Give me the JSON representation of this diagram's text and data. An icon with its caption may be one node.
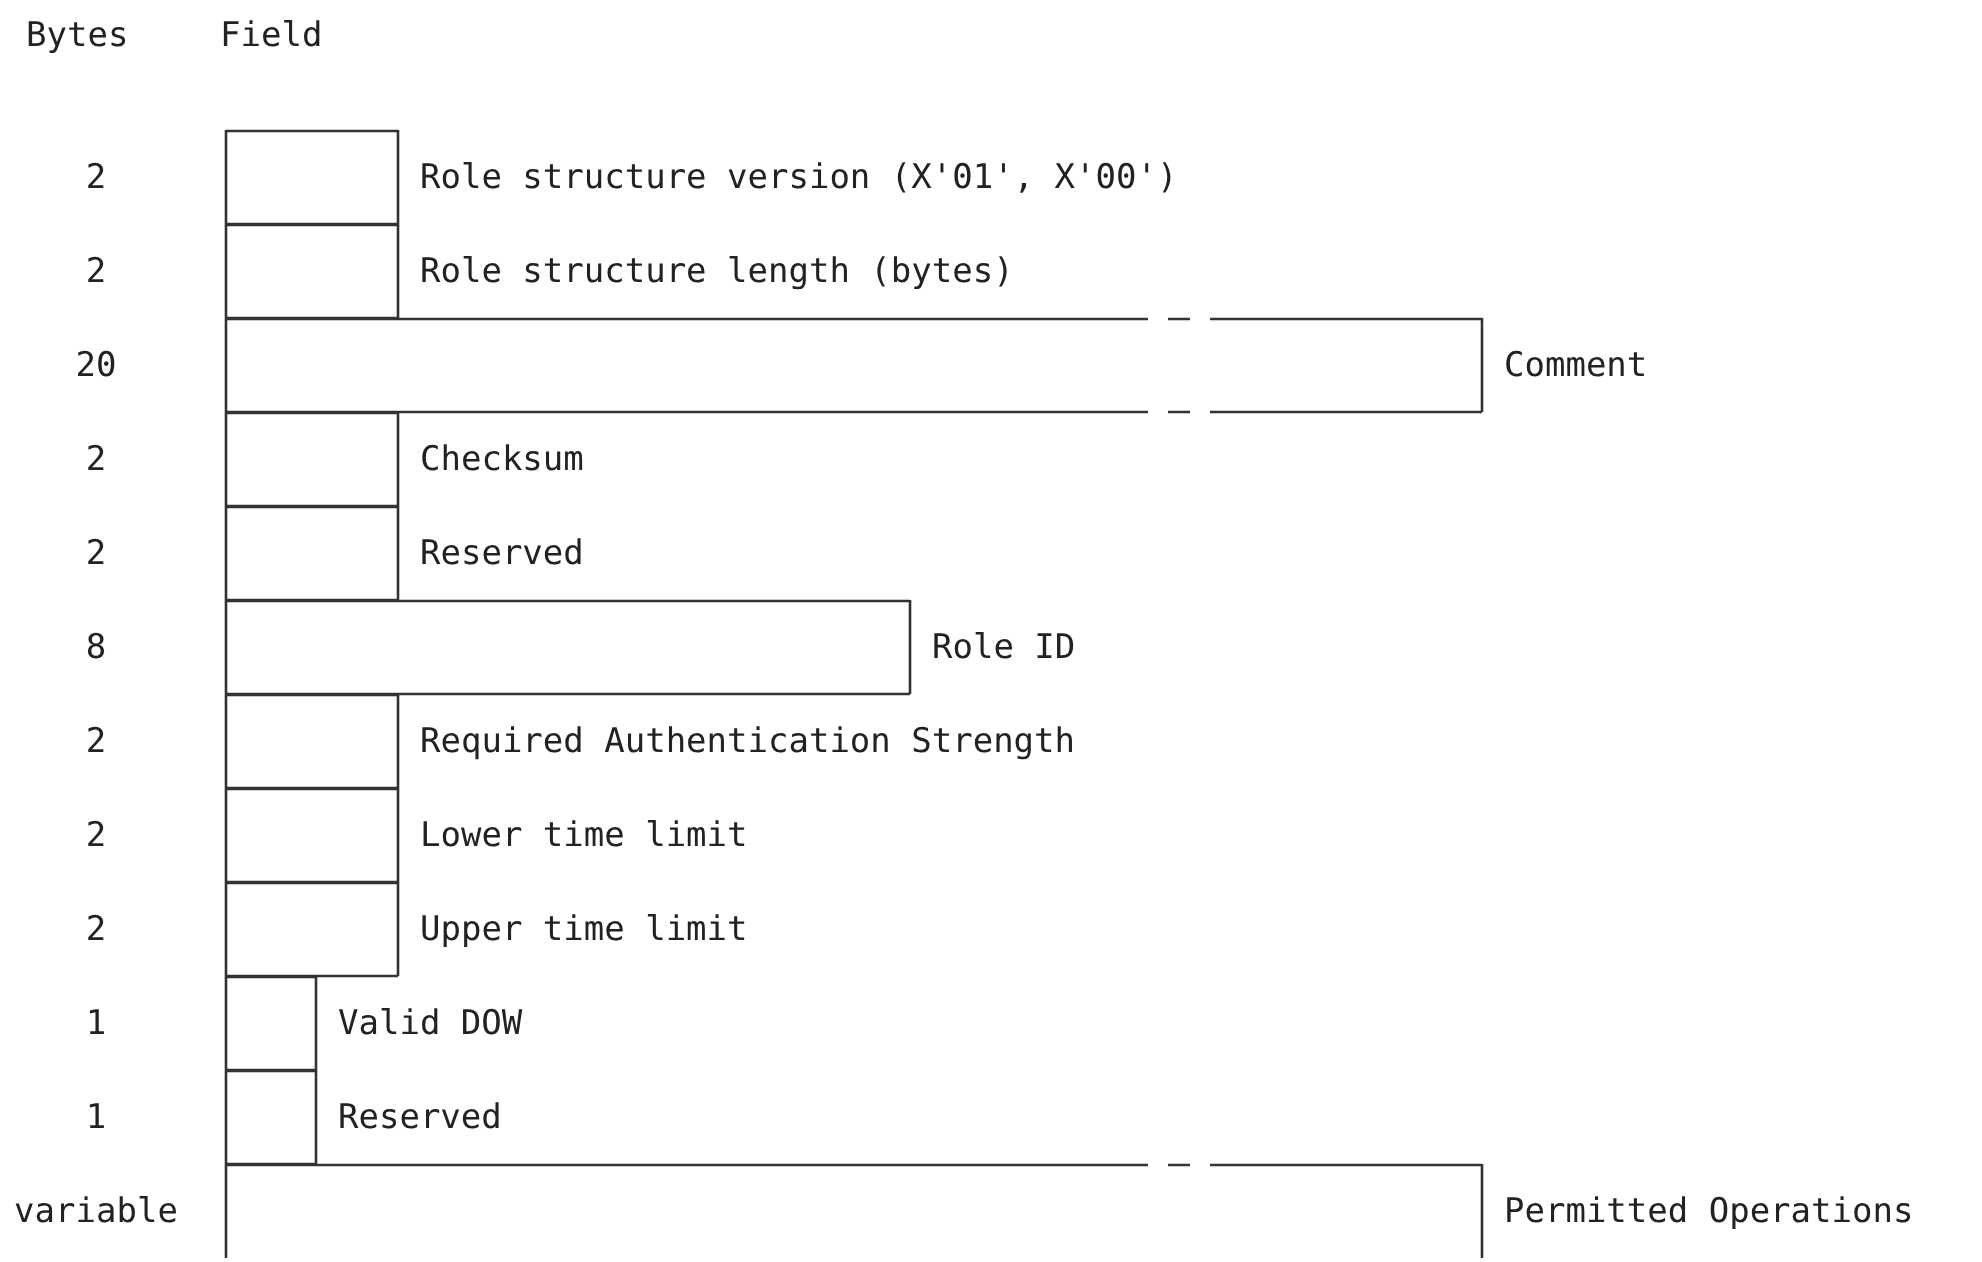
{
  "diagram": {
    "nodes": [
      {
        "text": [],
        "shape": "box",
        "beside": [
          "2",
          "Role structure version  (X'01', X'00')"
        ]
      },
      {
        "text": [],
        "shape": "box",
        "beside": [
          "2",
          "Role structure length (bytes)"
        ]
      },
      {
        "text": [],
        "shape": "box",
        "beside": [
          "20",
          "Comment"
        ]
      },
      {
        "text": [],
        "shape": "box",
        "beside": [
          "2",
          "Checksum"
        ]
      },
      {
        "text": [],
        "shape": "box",
        "beside": [
          "2",
          "Reserved"
        ]
      },
      {
        "text": [],
        "shape": "box",
        "beside": [
          "8",
          "Role ID"
        ]
      },
      {
        "text": [],
        "shape": "box",
        "beside": [
          "2",
          "Required Authentication Strength"
        ]
      },
      {
        "text": [],
        "shape": "box",
        "beside": [
          "2",
          "Lower time limit"
        ]
      },
      {
        "text": [],
        "shape": "box",
        "beside": [
          "2",
          "Upper time limit"
        ]
      },
      {
        "text": [],
        "shape": "box",
        "beside": [
          "1",
          "Valid DOW"
        ]
      },
      {
        "text": [],
        "shape": "box",
        "beside": [
          "1",
          "Reserved"
        ]
      },
      {
        "text": [],
        "shape": "box",
        "beside": [
          "variable",
          "Permitted Operations"
        ]
      }
    ],
    "labels": [
      "Bytes",
      "Field"
    ]
  }
}
